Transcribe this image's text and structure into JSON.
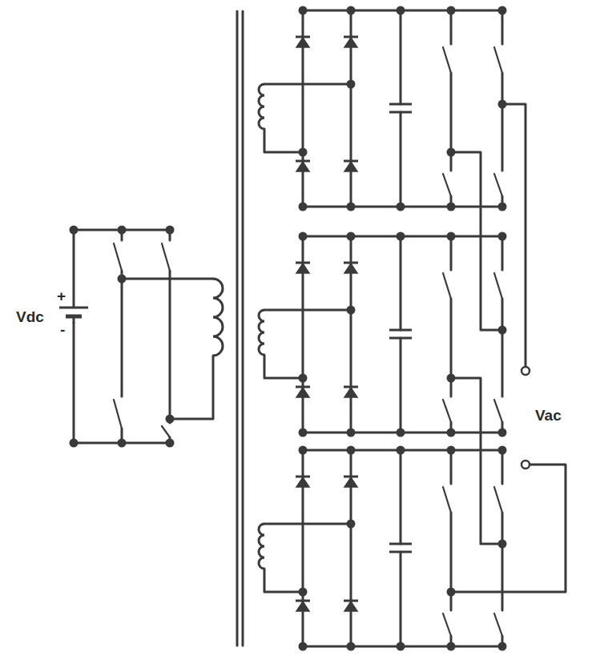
{
  "diagram": {
    "labels": [
      "Vdc",
      "+",
      "-",
      "Vac"
    ]
  }
}
